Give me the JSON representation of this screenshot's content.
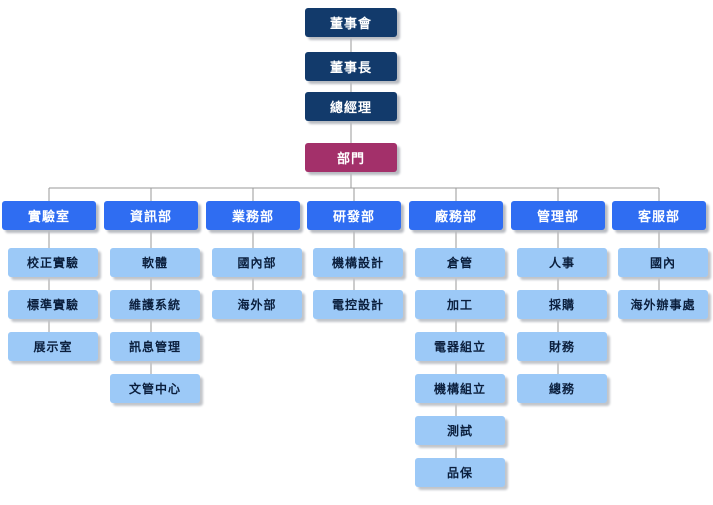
{
  "executives": [
    "董事會",
    "董事長",
    "總經理"
  ],
  "department_root": "部門",
  "departments": [
    {
      "name": "實驗室",
      "units": [
        "校正實驗",
        "標準實驗",
        "展示室"
      ]
    },
    {
      "name": "資訊部",
      "units": [
        "軟體",
        "維護系統",
        "訊息管理",
        "文管中心"
      ]
    },
    {
      "name": "業務部",
      "units": [
        "國內部",
        "海外部"
      ]
    },
    {
      "name": "研發部",
      "units": [
        "機構設計",
        "電控設計"
      ]
    },
    {
      "name": "廠務部",
      "units": [
        "倉管",
        "加工",
        "電器組立",
        "機構組立",
        "測試",
        "品保"
      ]
    },
    {
      "name": "管理部",
      "units": [
        "人事",
        "採購",
        "財務",
        "總務"
      ]
    },
    {
      "name": "客服部",
      "units": [
        "國內",
        "海外辦事處"
      ]
    }
  ],
  "colors": {
    "executive": "#123a6b",
    "department_root": "#a3306a",
    "department": "#2f6df2",
    "unit": "#9cc9f7",
    "connector": "#9a9a9a"
  }
}
